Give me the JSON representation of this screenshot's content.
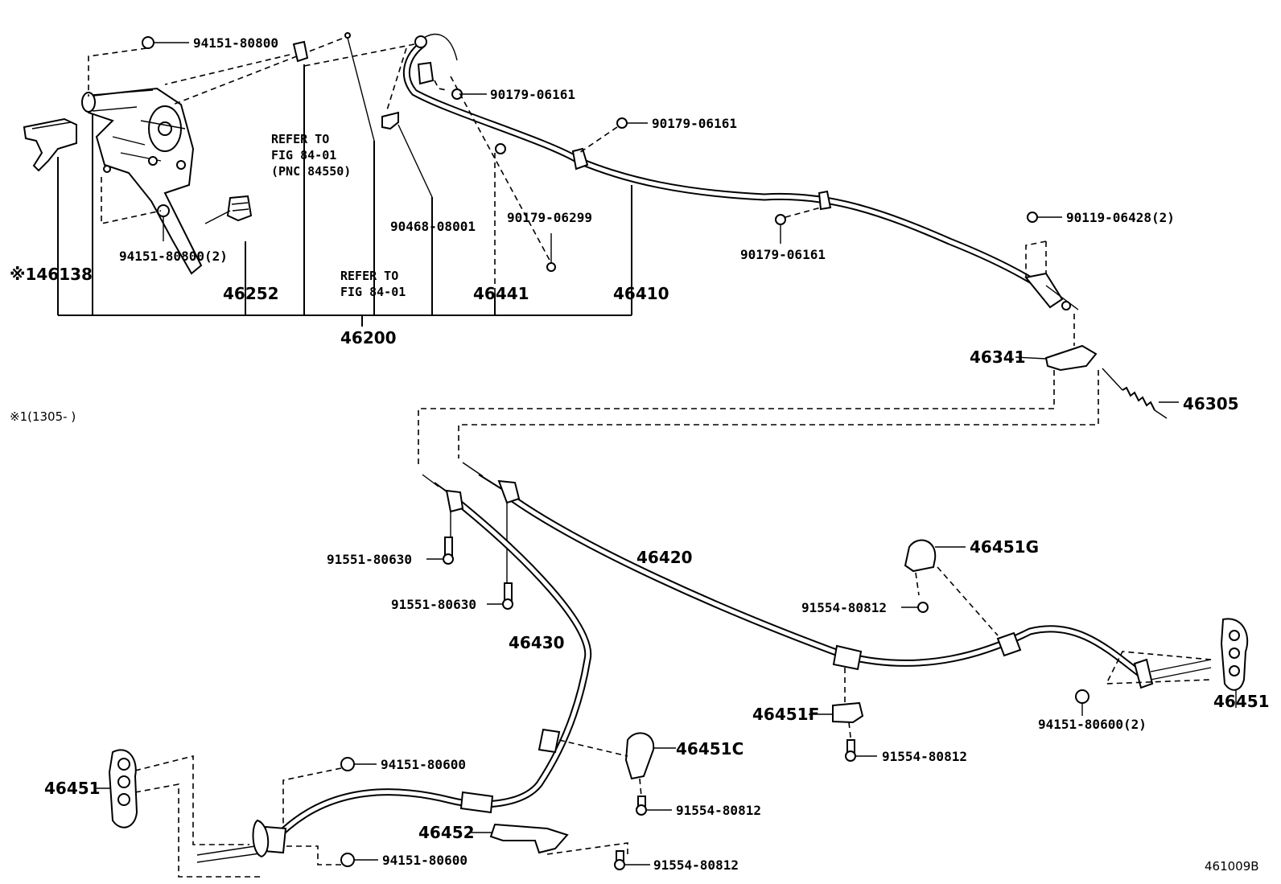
{
  "labels": {
    "p94151_80800": "94151-80800",
    "p94151_80800_2": "94151-80800(2)",
    "p46138": "※146138",
    "p46252": "46252",
    "p46200": "46200",
    "refer1": "REFER TO",
    "refer1b": "FIG 84-01",
    "refer1c": "(PNC 84550)",
    "refer2": "REFER TO",
    "refer2b": "FIG 84-01",
    "p90468": "90468-08001",
    "p46441": "46441",
    "p46410": "46410",
    "p90179_a": "90179-06161",
    "p90179_b": "90179-06161",
    "p90179_c": "90179-06161",
    "p90179_06299": "90179-06299",
    "p90119": "90119-06428(2)",
    "p46341": "46341",
    "p46305": "46305",
    "note1": "※1(1305-      )",
    "p46420": "46420",
    "p46430": "46430",
    "p91551_a": "91551-80630",
    "p91551_b": "91551-80630",
    "p46451G": "46451G",
    "p91554_a": "91554-80812",
    "p46451_r": "46451",
    "p94151_80600_2": "94151-80600(2)",
    "p46451F": "46451F",
    "p91554_b": "91554-80812",
    "p46451C": "46451C",
    "p91554_c": "91554-80812",
    "p46451_l": "46451",
    "p94151_80600_a": "94151-80600",
    "p94151_80600_b": "94151-80600",
    "p46452": "46452",
    "p91554_d": "91554-80812",
    "figcode": "461009B"
  }
}
